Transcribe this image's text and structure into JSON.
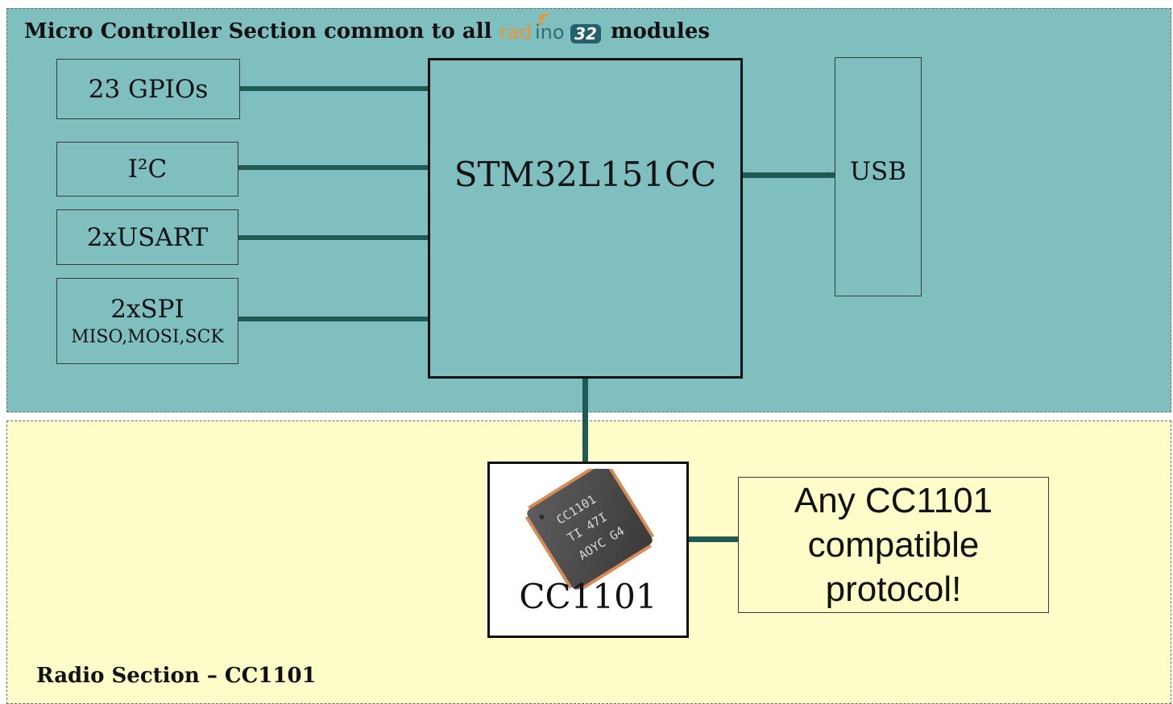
{
  "mcu_section": {
    "title_before": "Micro Controller Section common to all",
    "logo": {
      "rad": "rad",
      "ino": "ino",
      "num": "32"
    },
    "title_after": "modules",
    "color": "#80bfbf"
  },
  "radio_section": {
    "title": "Radio Section – CC1101",
    "color": "#fefdc9"
  },
  "boxes": {
    "gpio": "23 GPIOs",
    "i2c": "I²C",
    "usart": "2xUSART",
    "spi": "2xSPI",
    "spi_sub": "MISO,MOSI,SCK",
    "mcu": "STM32L151CC",
    "usb": "USB",
    "chip": "CC1101",
    "protocol": [
      "Any CC1101",
      "compatible",
      "protocol!"
    ]
  },
  "chip_markings": [
    "CC1101",
    "TI 47I",
    "AOYC G4"
  ],
  "wire_color": "#1f5a54"
}
